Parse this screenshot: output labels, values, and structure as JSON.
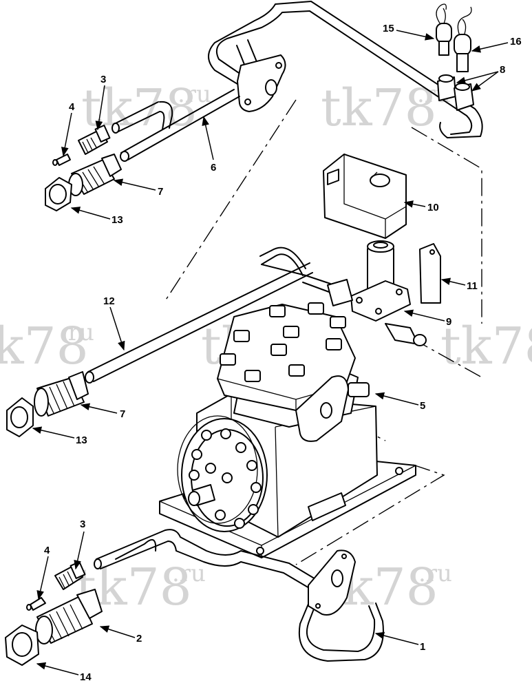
{
  "watermark": {
    "text": "tk78",
    "suffix": ".ru"
  },
  "callouts": [
    {
      "id": "c1",
      "label": "1"
    },
    {
      "id": "c2",
      "label": "2"
    },
    {
      "id": "c3a",
      "label": "3"
    },
    {
      "id": "c3b",
      "label": "3"
    },
    {
      "id": "c4a",
      "label": "4"
    },
    {
      "id": "c4b",
      "label": "4"
    },
    {
      "id": "c5",
      "label": "5"
    },
    {
      "id": "c6",
      "label": "6"
    },
    {
      "id": "c7a",
      "label": "7"
    },
    {
      "id": "c7b",
      "label": "7"
    },
    {
      "id": "c8",
      "label": "8"
    },
    {
      "id": "c9",
      "label": "9"
    },
    {
      "id": "c10",
      "label": "10"
    },
    {
      "id": "c11",
      "label": "11"
    },
    {
      "id": "c12",
      "label": "12"
    },
    {
      "id": "c13a",
      "label": "13"
    },
    {
      "id": "c13b",
      "label": "13"
    },
    {
      "id": "c14",
      "label": "14"
    },
    {
      "id": "c15",
      "label": "15"
    },
    {
      "id": "c16",
      "label": "16"
    }
  ]
}
